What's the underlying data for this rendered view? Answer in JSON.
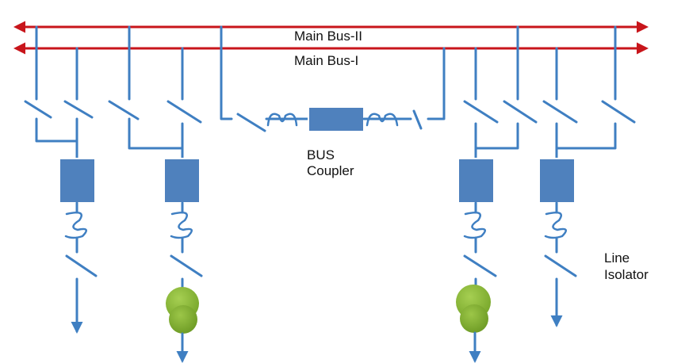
{
  "labels": {
    "bus2": "Main  Bus-II",
    "bus1": "Main  Bus-I",
    "coupler_line1": "BUS",
    "coupler_line2": "Coupler",
    "isolator_line1": "Line",
    "isolator_line2": "Isolator"
  },
  "colors": {
    "bus": "#c8151b",
    "conductor": "#3f7fc2",
    "breaker": "#4f81bd",
    "transformer_top": "#8bb63a",
    "transformer_bottom": "#79a830"
  }
}
